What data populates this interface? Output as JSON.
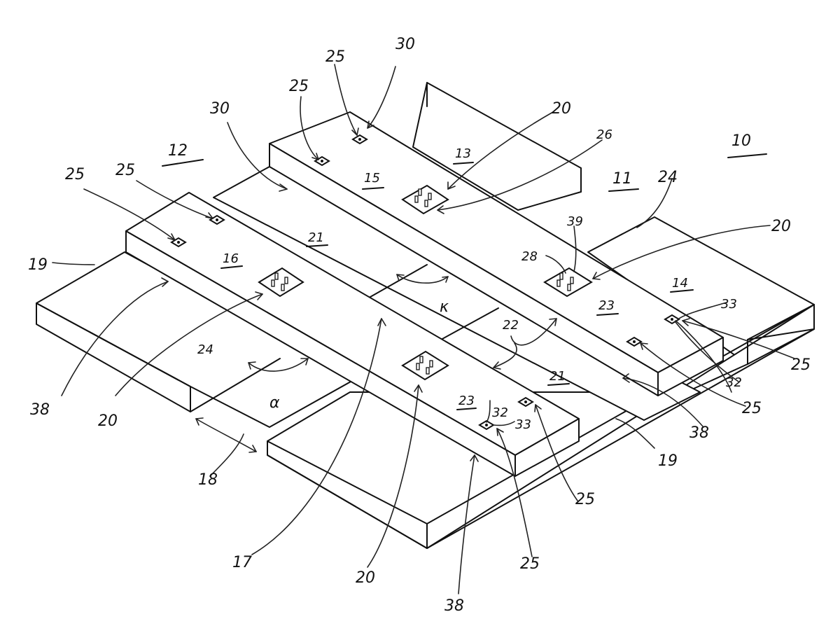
{
  "figure": {
    "labels": {
      "assembly": "10",
      "slab_right": "11",
      "slab_left": "12",
      "upper_beam_end": "13",
      "upper_beam_right": "14",
      "upper_beam": "15",
      "lower_beam": "16",
      "ref_17": "17",
      "gap": "18",
      "edge": "19",
      "plate": "20",
      "top_face": "21",
      "span": "22",
      "lower_face": "23",
      "side": "24",
      "anchor": "25",
      "plate_26": "26",
      "plate_28": "28",
      "reinf": "30",
      "washer": "32",
      "hole": "33",
      "front": "38",
      "stud": "39",
      "angle": "α",
      "angle_k": "κ"
    }
  }
}
